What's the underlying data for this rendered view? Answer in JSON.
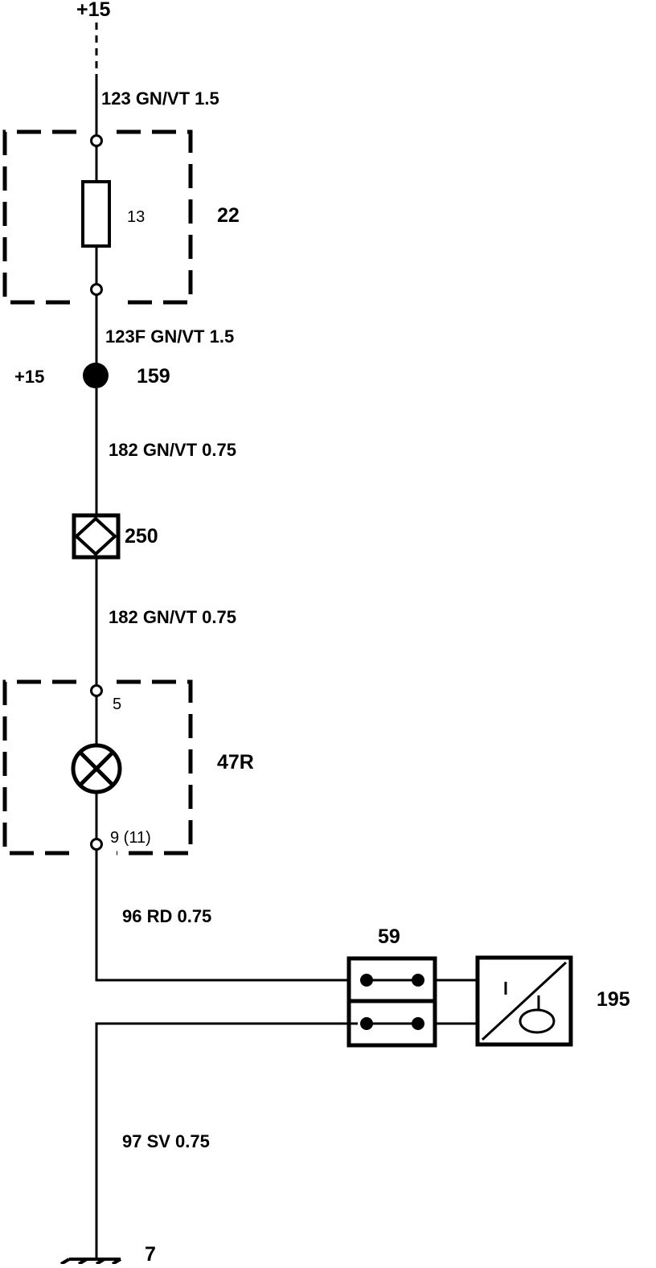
{
  "labels": {
    "supply_top": "+15",
    "wire_123": "123 GN/VT 1.5",
    "fuse_number": "13",
    "fuse_box_id": "22",
    "wire_123f": "123F GN/VT 1.5",
    "splice_supply": "+15",
    "splice_id": "159",
    "wire_182_a": "182 GN/VT 0.75",
    "connector_id": "250",
    "wire_182_b": "182 GN/VT 0.75",
    "pin_top": "5",
    "lamp_box_id": "47R",
    "pin_bottom": "9 (11)",
    "wire_96": "96 RD 0.75",
    "connector_59_id": "59",
    "switch_id": "195",
    "wire_97": "97 SV 0.75",
    "ground_id": "7"
  }
}
